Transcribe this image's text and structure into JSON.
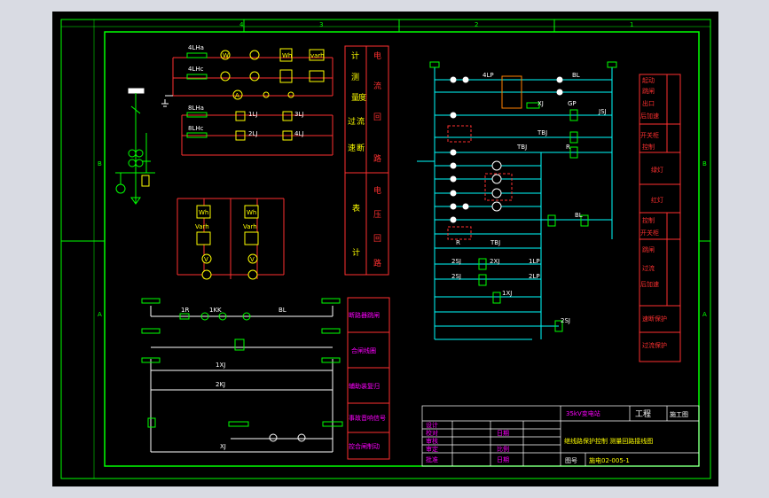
{
  "drawing": {
    "background": "#000000",
    "colors": {
      "frame": "#00ff00",
      "bus": "#ff3030",
      "wire": "#ffffff",
      "control": "#00ffff",
      "device": "#ffff00",
      "accent": "#ff00ff"
    }
  },
  "border_marks": {
    "top": [
      "4",
      "3",
      "2",
      "1"
    ],
    "left": [
      "B",
      "A"
    ],
    "right": [
      "B",
      "A"
    ]
  },
  "main_circuit": {
    "meter_labels": [
      "4LHa",
      "4LHc",
      "8LHa",
      "8LHc"
    ],
    "meter_glyphs": [
      "W",
      "Wh",
      "A",
      "varh"
    ],
    "relay_labels": [
      "1LJ",
      "3LJ",
      "2LJ",
      "4LJ"
    ],
    "potential_labels": [
      "Wh",
      "Wh",
      "Varh",
      "Varh",
      "V",
      "V"
    ]
  },
  "left_legend": {
    "col1": [
      "计",
      "测",
      "量",
      "度",
      "过",
      "流",
      "速",
      "断",
      "表",
      "计"
    ],
    "col2": [
      "电",
      "流",
      "回",
      "路",
      "电",
      "压",
      "回",
      "路"
    ]
  },
  "dc_circuit": {
    "labels": [
      "1R",
      "1KK",
      "BL",
      "1XJ",
      "2KJ",
      "XJ"
    ],
    "legend": [
      "断路器跳闸",
      "合闸线圈",
      "辅助装复归",
      "事故音响信号",
      "控合闸制动"
    ]
  },
  "control_circuit": {
    "labels": [
      "4LP",
      "BL",
      "XJ",
      "GP",
      "JSJ",
      "TBJ",
      "TBJ",
      "R",
      "R",
      "TBJ",
      "BL",
      "2SJ",
      "2XJ",
      "1LP",
      "2SJ",
      "2LP",
      "1XJ",
      "2SJ"
    ]
  },
  "right_legend": [
    "起动",
    "跳闸",
    "出口",
    "后加速",
    "开关柜",
    "控制",
    "绿灯",
    "红灯",
    "控制",
    "开关柜",
    "跳闸",
    "过流",
    "后加速",
    "速断保护",
    "过流保护"
  ],
  "title_block": {
    "company": "35kV变电站",
    "project": "工程",
    "stage": "施工图",
    "drawing_title": "继线路保护控制 测量回路接线图",
    "drawing_no_label": "图号",
    "drawing_no": "施电02-005-1",
    "row_labels": [
      "设计",
      "校对",
      "审核",
      "审定",
      "批准"
    ],
    "extra": [
      "比例",
      "日期",
      "日期"
    ]
  }
}
